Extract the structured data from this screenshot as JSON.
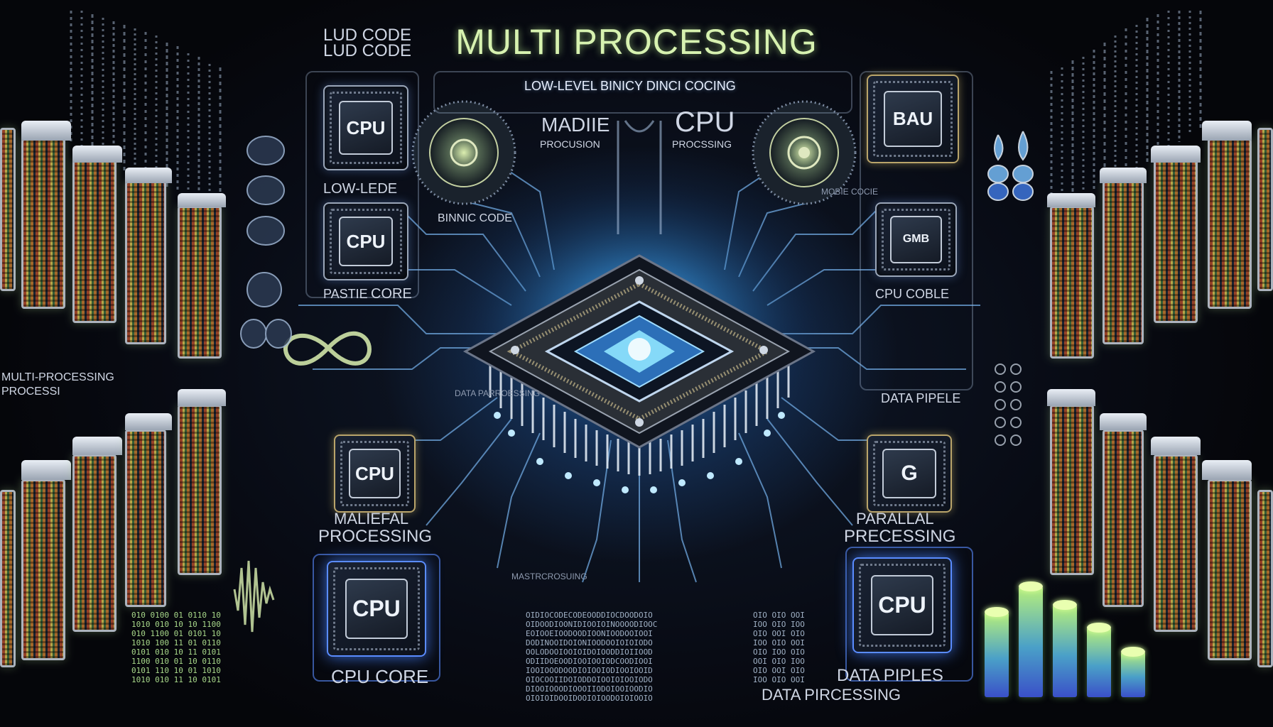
{
  "title": "MULTI PROCESSING",
  "subtitle": "LOW-LEVEL BINICY DINCI COCING",
  "top_left_code": [
    "LUD CODE",
    "LUD CODE"
  ],
  "center_left": [
    "MADIIE",
    "PROCUSION"
  ],
  "center_right": [
    "CPU",
    "PROCSSING"
  ],
  "cpu_chip_label": "CPU",
  "right_top_chip": "BAU",
  "right_mid_chip": "GMB",
  "right_lower_chip": "G",
  "labels": {
    "low_lede": "LOW-LEDE",
    "binary_code": "BINNIC CODE",
    "core_left": "CORE",
    "core_left_prefix": "PASTIE",
    "cpu_coble": "CPU COBLE",
    "data_pipele": "DATA PIPELE",
    "maliefal_1": "MALIEFAL",
    "processing_left": "PROCESSING",
    "parallal": "PARALLAL",
    "precessing_right": "PRECESSING",
    "cpu_core_bottom": "CPU CORE",
    "data_piples": "DATA PIPLES",
    "data_pircessing": "DATA PIRCESSING",
    "multi_processing_side_1": "MULTI-PROCESSING",
    "multi_processing_side_2": "PROCESSI",
    "mastrcrosuing": "MASTRCROSUING",
    "data_parroessing": "DATA PARROESSING",
    "mobie_cocie": "MOBIE COCIE"
  },
  "colors": {
    "accent_blue": "#4a90ff",
    "accent_green": "#c8f0a0",
    "background": "#07090f"
  },
  "icons": [
    "cpu-chip-icon",
    "server-rack-icon",
    "bar-chart-icon",
    "infinity-icon",
    "droplet-icon"
  ]
}
